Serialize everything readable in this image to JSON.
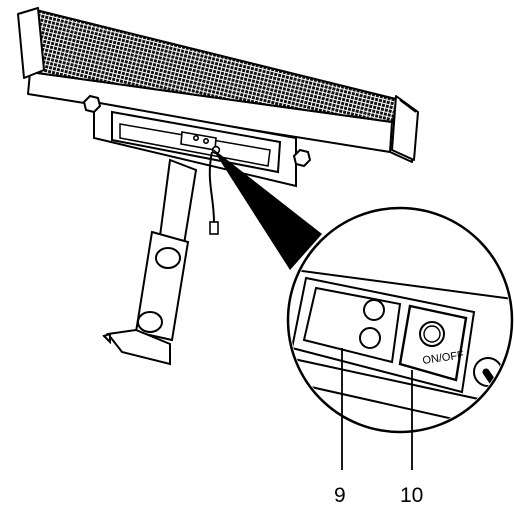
{
  "figure": {
    "switch_label": "ON/OFF",
    "callouts": [
      {
        "number": "9"
      },
      {
        "number": "10"
      }
    ]
  }
}
